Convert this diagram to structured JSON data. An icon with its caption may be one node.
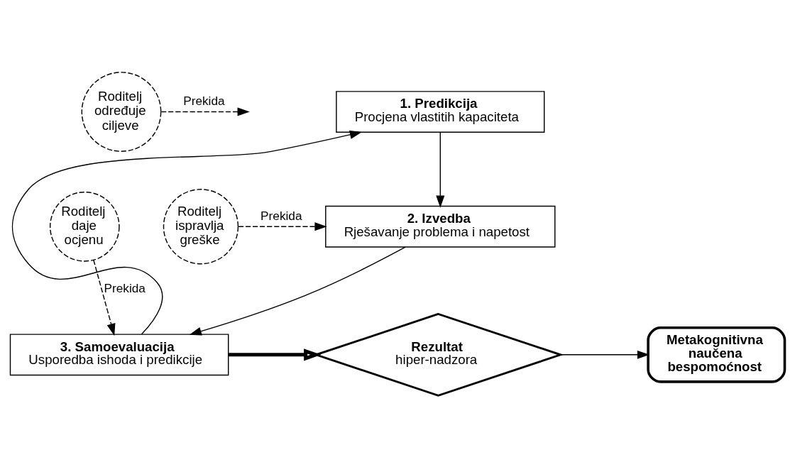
{
  "diagram": {
    "nodes": [
      {
        "text": [
          "1. Predikcija",
          "Procjena vlastitih kapaciteta"
        ]
      },
      {
        "text": [
          "2. Izvedba",
          "Rješavanje problema i napetost"
        ]
      },
      {
        "text": [
          "3. Samoevaluacija",
          "Usporedba ishoda i predikcije"
        ]
      },
      {
        "text": [
          "Roditelj određuje ciljeve"
        ]
      },
      {
        "text": [
          "Roditelj ispravlja greške"
        ]
      },
      {
        "text": [
          "Roditelj daje ocjenu"
        ]
      },
      {
        "text": [
          "Rezultat",
          "hiper-nadzora"
        ]
      },
      {
        "text": [
          "Metakognitivna naučena bespomoćnost"
        ]
      }
    ],
    "edges": [
      {
        "from": 0,
        "to": 1,
        "arrow": "to"
      },
      {
        "from": 1,
        "to": 2,
        "arrow": "to"
      },
      {
        "from": 2,
        "to": 0,
        "arrow": "to"
      },
      {
        "from": 3,
        "to": null,
        "arrow": "to",
        "label": "Prekida",
        "style": "dashed"
      },
      {
        "from": 4,
        "to": 1,
        "arrow": "to",
        "label": "Prekida",
        "style": "dashed"
      },
      {
        "from": 5,
        "to": 2,
        "arrow": "to",
        "label": "Prekida",
        "style": "dashed"
      },
      {
        "from": 2,
        "to": 6,
        "arrow": "to",
        "style": "thick"
      },
      {
        "from": 6,
        "to": 7,
        "arrow": "to"
      }
    ]
  }
}
